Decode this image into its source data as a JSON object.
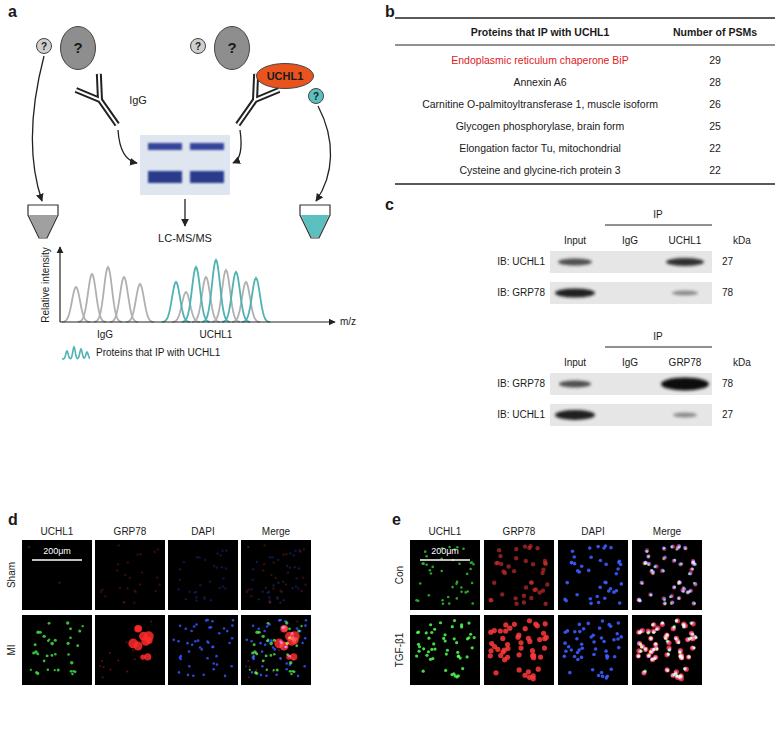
{
  "diagram": {
    "nodes": [
      {
        "text": [
          "?"
        ]
      },
      {
        "text": [
          "?"
        ]
      },
      {
        "text": [
          "?"
        ]
      },
      {
        "text": [
          "?"
        ]
      },
      {
        "text": [
          "UCHL1"
        ]
      },
      {
        "text": [
          "?"
        ]
      }
    ],
    "labels": [
      "a",
      "IgG",
      "LC-MS/MS",
      "Relative intensity",
      "m/z",
      "IgG",
      "UCHL1",
      "b",
      "Proteins that IP with UCHL1",
      "Number of PSMs",
      "Endoplasmic reticulum chaperone BiP",
      "29",
      "Annexin A6",
      "28",
      "Carnitine O-palmitoyltransferase 1, muscle isoform",
      "26",
      "Glycogen phosphorylase, brain form",
      "25",
      "Elongation factor Tu, mitochondrial",
      "22",
      "Cysteine and glycine-rich protein 3",
      "22",
      "c",
      "Input",
      "IgG",
      "UCHL1",
      "IP",
      "kDa",
      "IB: UCHL1",
      "27",
      "IB: GRP78",
      "78",
      "Input",
      "IgG",
      "GRP78",
      "IP",
      "kDa",
      "IB: GRP78",
      "78",
      "IB: UCHL1",
      "27",
      "d",
      "UCHL1",
      "GRP78",
      "DAPI",
      "Merge",
      "Sham",
      "MI",
      "200μm",
      "e",
      "UCHL1",
      "GRP78",
      "DAPI",
      "Merge",
      "Con",
      "TGF-β1",
      "200μm"
    ],
    "legend": [
      {
        "text": "Proteins that IP with UCHL1"
      }
    ]
  }
}
